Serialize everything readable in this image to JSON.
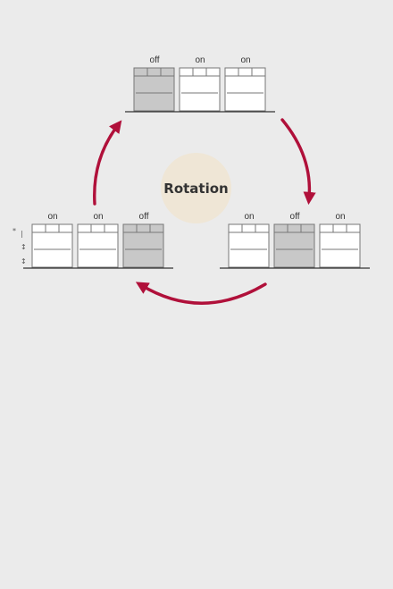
{
  "center": {
    "label": "Rotation"
  },
  "height_marks": [
    "*",
    "|",
    "↕",
    "↕"
  ],
  "groups": [
    {
      "name": "top",
      "units": [
        {
          "status": "off",
          "active": false
        },
        {
          "status": "on",
          "active": true
        },
        {
          "status": "on",
          "active": true
        }
      ]
    },
    {
      "name": "right",
      "units": [
        {
          "status": "on",
          "active": true
        },
        {
          "status": "off",
          "active": false
        },
        {
          "status": "on",
          "active": true
        }
      ]
    },
    {
      "name": "left",
      "units": [
        {
          "status": "on",
          "active": true
        },
        {
          "status": "on",
          "active": true
        },
        {
          "status": "off",
          "active": false
        }
      ]
    }
  ],
  "colors": {
    "background": "#ebebeb",
    "arrow": "#b0103a",
    "unit_on": "#ffffff",
    "unit_off": "#c8c8c8",
    "outline": "#777777",
    "center_fill": "#efe6d6"
  }
}
